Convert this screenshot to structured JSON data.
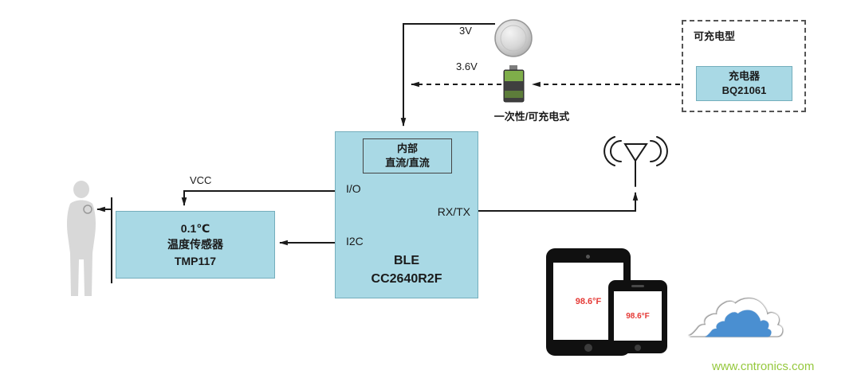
{
  "icons": {
    "cloud": "☁"
  },
  "diagram": {
    "sensor": {
      "vcc_label": "VCC",
      "line1": "0.1℃",
      "line2": "温度传感器",
      "line3": "TMP117"
    },
    "ble": {
      "dcdc_line1": "内部",
      "dcdc_line2": "直流/直流",
      "io": "I/O",
      "i2c": "I2C",
      "rxtx": "RX/TX",
      "name1": "BLE",
      "name2": "CC2640R2F"
    },
    "power": {
      "v3": "3V",
      "v36": "3.6V",
      "note": "一次性/可充电式",
      "group": "可充电型",
      "charger1": "充电器",
      "charger2": "BQ21061"
    },
    "devices": {
      "tablet_reading": "98.6°F",
      "phone_reading": "98.6°F"
    },
    "watermark": "www.cntronics.com",
    "colors": {
      "box_fill": "#a9d9e5",
      "box_border": "#74aebc",
      "reading_red": "#e53935",
      "watermark_green": "#95c83d",
      "cloud_blue": "#4a8fd1"
    }
  }
}
